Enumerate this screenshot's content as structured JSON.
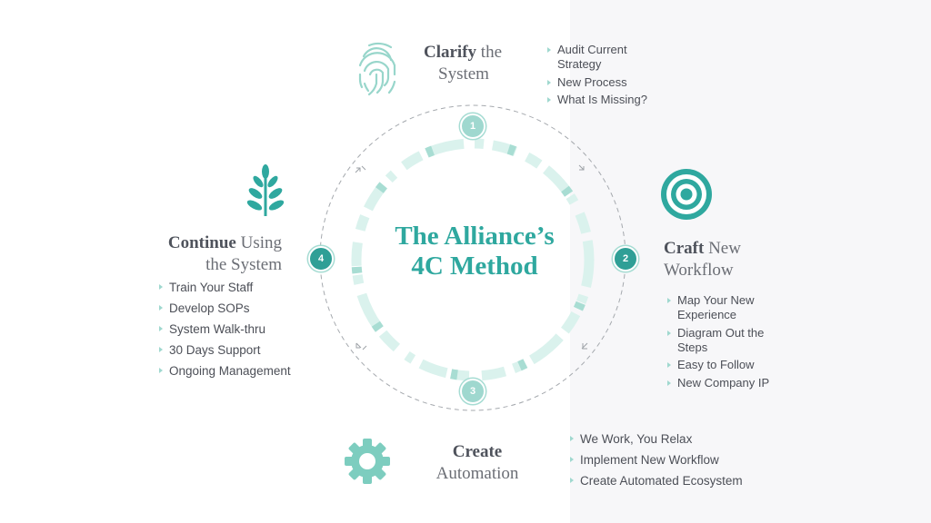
{
  "center_title": {
    "line1": "The Alliance’s",
    "line2": "4C Method"
  },
  "nodes": {
    "n1": "1",
    "n2": "2",
    "n3": "3",
    "n4": "4"
  },
  "clarify": {
    "bold": "Clarify",
    "rest1": "the",
    "line2": "System",
    "bullets": [
      "Audit Current Strategy",
      "New Process",
      "What Is Missing?"
    ]
  },
  "craft": {
    "bold": "Craft",
    "rest1": "New",
    "line2": "Workflow",
    "bullets": [
      "Map Your New Experience",
      "Diagram Out the Steps",
      "Easy to Follow",
      "New Company IP"
    ]
  },
  "create": {
    "bold": "Create",
    "line2": "Automation",
    "bullets": [
      "We Work, You Relax",
      "Implement New Workflow",
      "Create Automated Ecosystem"
    ]
  },
  "continue": {
    "bold": "Continue",
    "rest1": "Using",
    "line2": "the System",
    "bullets": [
      "Train Your Staff",
      "Develop SOPs",
      "System Walk-thru",
      "30 Days Support",
      "Ongoing Management"
    ]
  },
  "colors": {
    "teal": "#2fa89f",
    "mint": "#9fd8cf",
    "pale_mint": "#d7f1ec",
    "text": "#4a4d55"
  },
  "icons": {
    "clarify": "fingerprint-icon",
    "craft": "target-icon",
    "create": "gear-icon",
    "continue": "leaf-branch-icon"
  }
}
